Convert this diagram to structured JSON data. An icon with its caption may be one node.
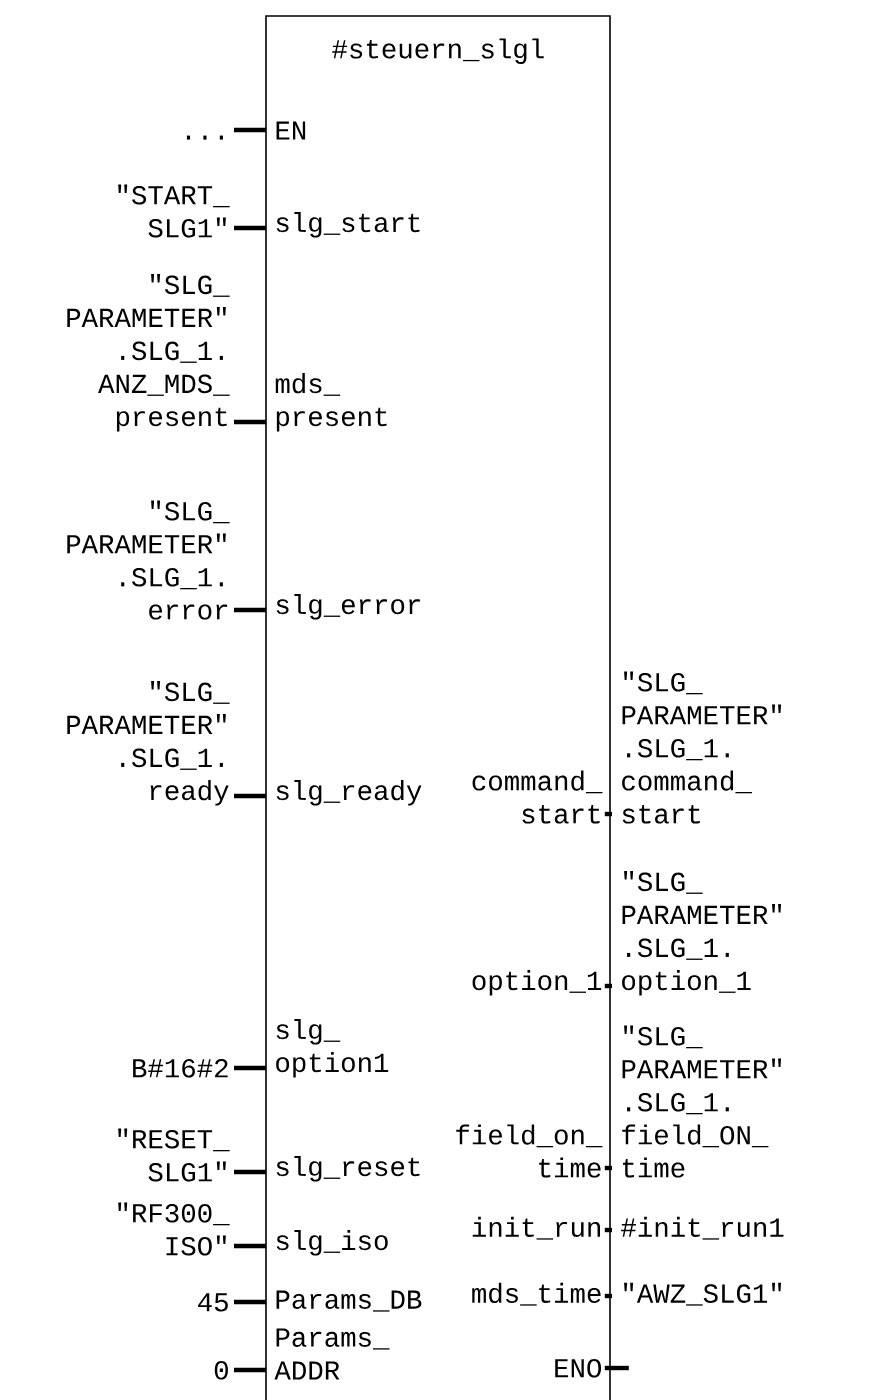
{
  "diagram": {
    "nodes": [
      {
        "text": [
          "#steuern_slgl"
        ]
      },
      {
        "text": [
          "EN"
        ],
        "in": 0
      },
      {
        "text": [
          "slg_start"
        ],
        "in": 0
      },
      {
        "text": [
          "mds_ present"
        ],
        "in": 0
      },
      {
        "text": [
          "slg_error"
        ],
        "in": 0
      },
      {
        "text": [
          "slg_ready"
        ],
        "in": 0
      },
      {
        "text": [
          "slg_ option1"
        ],
        "in": 0
      },
      {
        "text": [
          "slg_reset"
        ],
        "in": 0
      },
      {
        "text": [
          "slg_iso"
        ],
        "in": 0
      },
      {
        "text": [
          "Params_DB"
        ],
        "in": 0
      },
      {
        "text": [
          "Params_ ADDR"
        ],
        "in": 0
      },
      {
        "text": [
          "command_ start"
        ],
        "in": 0
      },
      {
        "text": [
          "option_1"
        ],
        "in": 0
      },
      {
        "text": [
          "field_on_ time"
        ],
        "in": 0
      },
      {
        "text": [
          "init_run"
        ],
        "in": 0
      },
      {
        "text": [
          "mds_time"
        ],
        "in": 0
      },
      {
        "text": [
          "ENO"
        ],
        "in": 0
      },
      {
        "text": [
          "..."
        ]
      },
      {
        "text": [
          "\"START_ SLG1\""
        ]
      },
      {
        "text": [
          "\"SLG_ PARAMETER\" .SLG_1. ANZ_MDS_ present"
        ]
      },
      {
        "text": [
          "\"SLG_ PARAMETER\" .SLG_1. error"
        ]
      },
      {
        "text": [
          "\"SLG_ PARAMETER\" .SLG_1. ready"
        ]
      },
      {
        "text": [
          "B#16#2"
        ]
      },
      {
        "text": [
          "\"RESET_ SLG1\""
        ]
      },
      {
        "text": [
          "\"RF300_ ISO\""
        ]
      },
      {
        "text": [
          "45"
        ]
      },
      {
        "text": [
          "0"
        ]
      },
      {
        "text": [
          "\"SLG_ PARAMETER\" .SLG_1. command_ start"
        ]
      },
      {
        "text": [
          "\"SLG_ PARAMETER\" .SLG_1. option_1"
        ]
      },
      {
        "text": [
          "\"SLG_ PARAMETER\" .SLG_1. field_ON_ time"
        ]
      },
      {
        "text": [
          "#init_run1"
        ]
      },
      {
        "text": [
          "\"AWZ_SLG1\""
        ]
      }
    ],
    "edges": [
      {
        "from": 17,
        "to": 1,
        "arrow": "none"
      },
      {
        "from": 18,
        "to": 2,
        "arrow": "none"
      },
      {
        "from": 19,
        "to": 3,
        "arrow": "none"
      },
      {
        "from": 20,
        "to": 4,
        "arrow": "none"
      },
      {
        "from": 21,
        "to": 5,
        "arrow": "none"
      },
      {
        "from": 22,
        "to": 6,
        "arrow": "none"
      },
      {
        "from": 23,
        "to": 7,
        "arrow": "none"
      },
      {
        "from": 24,
        "to": 8,
        "arrow": "none"
      },
      {
        "from": 25,
        "to": 9,
        "arrow": "none"
      },
      {
        "from": 26,
        "to": 10,
        "arrow": "none"
      },
      {
        "from": 11,
        "to": 27,
        "arrow": "none"
      },
      {
        "from": 12,
        "to": 28,
        "arrow": "none"
      },
      {
        "from": 13,
        "to": 29,
        "arrow": "none"
      },
      {
        "from": 14,
        "to": 30,
        "arrow": "none"
      },
      {
        "from": 15,
        "to": 31,
        "arrow": "none"
      },
      {
        "from": 16,
        "to": null,
        "arrow": "none"
      }
    ]
  }
}
